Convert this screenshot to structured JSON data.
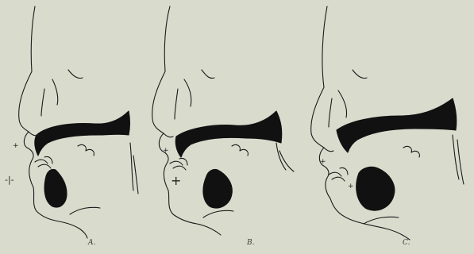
{
  "figure": {
    "panels": [
      {
        "label": "A.",
        "marks": [
          "+",
          "-|-"
        ]
      },
      {
        "label": "B.",
        "marks": [
          "+",
          "+"
        ]
      },
      {
        "label": "C.",
        "marks": [
          "+",
          "+"
        ]
      }
    ],
    "colors": {
      "paper": "#d9dccd",
      "ink": "#111111"
    }
  }
}
